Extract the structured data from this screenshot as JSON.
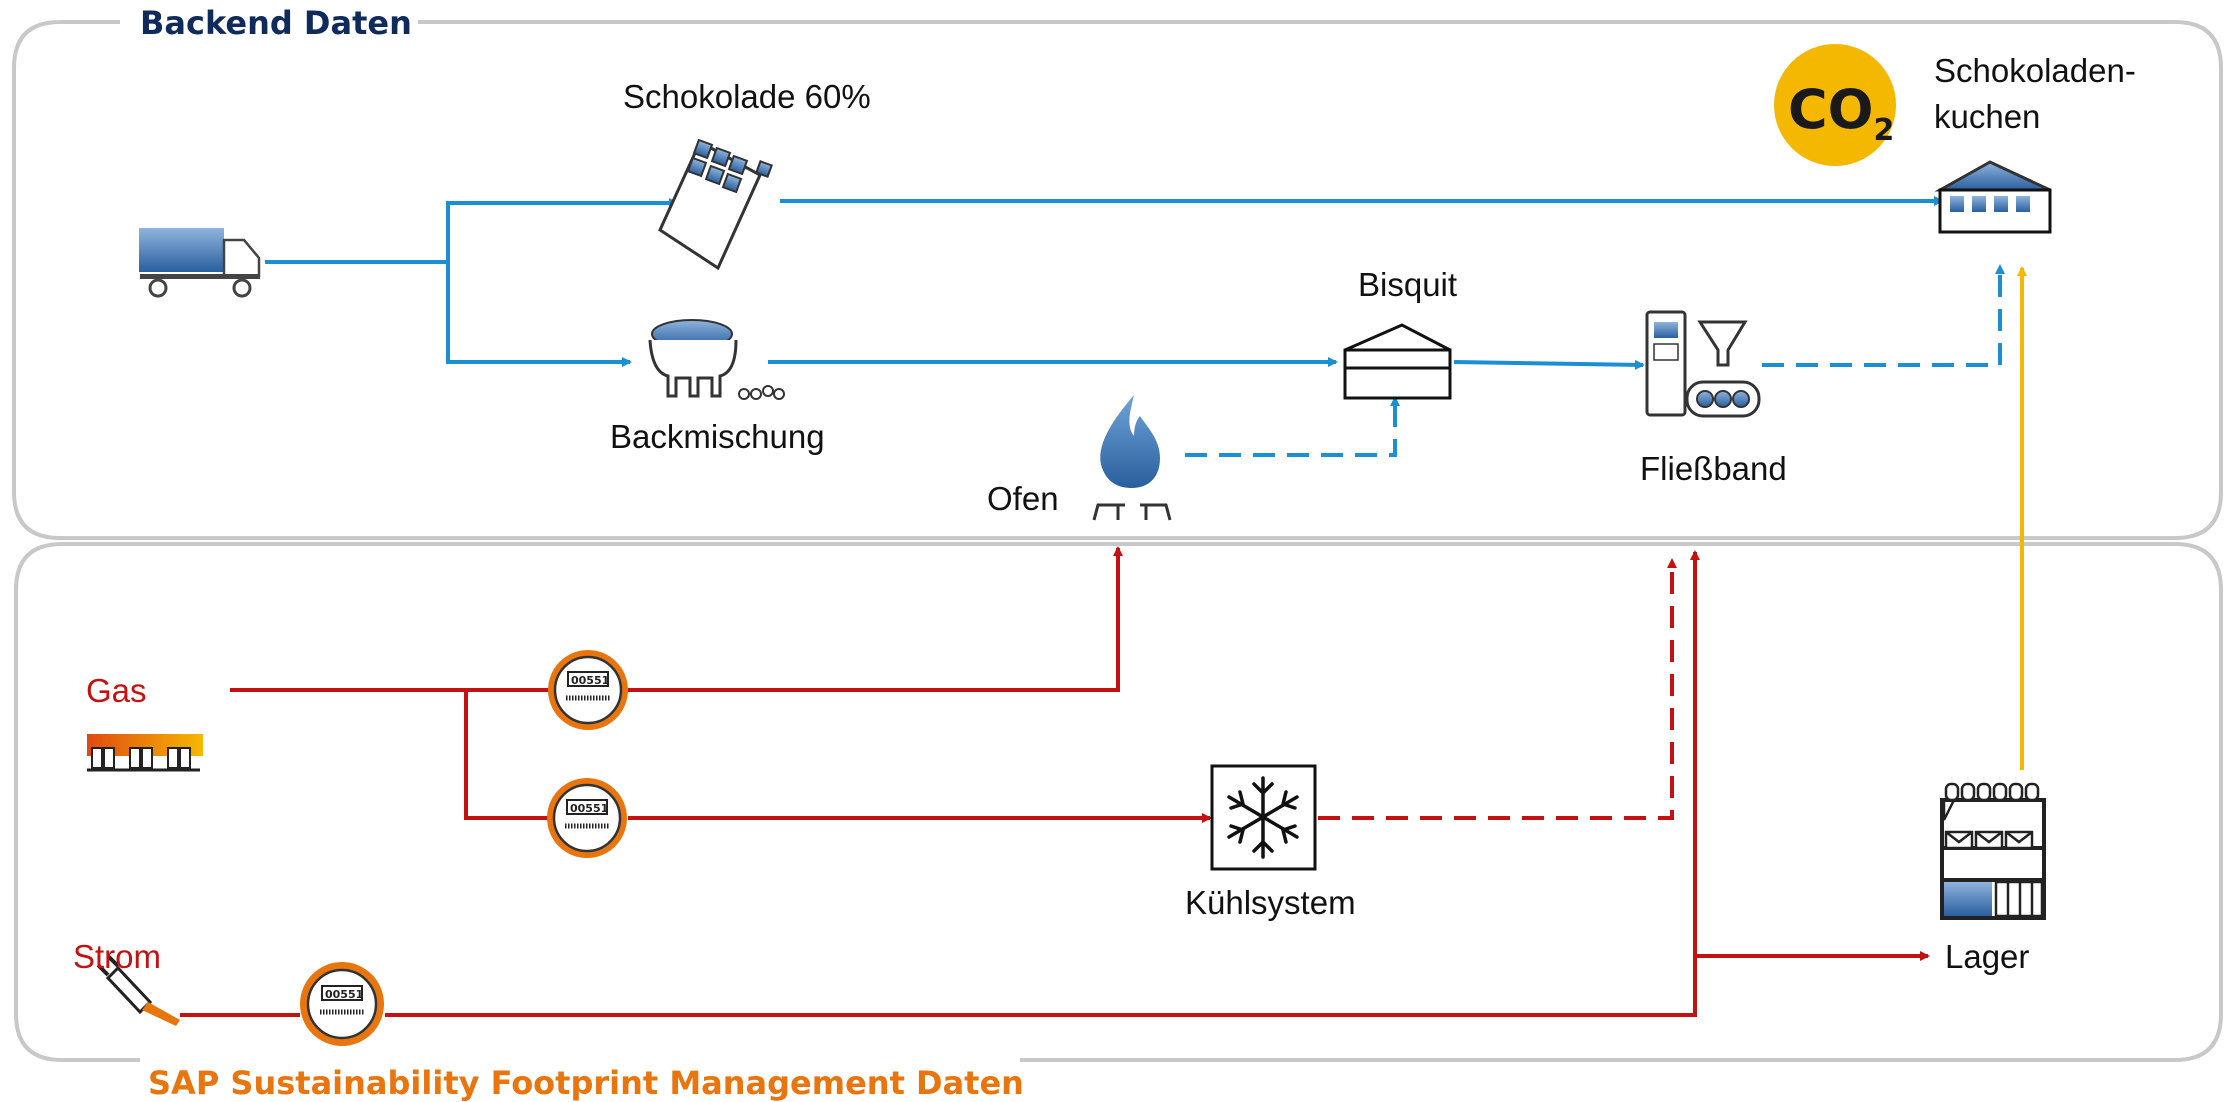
{
  "sections": {
    "backend_title": "Backend Daten",
    "sap_title": "SAP Sustainability Footprint Management Daten"
  },
  "nodes": {
    "schokolade": "Schokolade 60%",
    "backmischung": "Backmischung",
    "bisquit": "Bisquit",
    "ofen": "Ofen",
    "fliessband": "Fließband",
    "kuchen_line1": "Schokoladen-",
    "kuchen_line2": "kuchen",
    "gas": "Gas",
    "strom": "Strom",
    "kuehlsystem": "Kühlsystem",
    "lager": "Lager"
  },
  "co2": {
    "base": "CO",
    "sub": "2"
  },
  "meter_text": "00551",
  "colors": {
    "backend_flow": "#1b8fd4",
    "energy_flow": "#c41212",
    "co2_flow": "#f5b800",
    "backend_title": "#0f2b5b",
    "sap_title": "#e8750d",
    "icon_blue": "#2f6fb0",
    "frame": "#c8c8c8"
  }
}
